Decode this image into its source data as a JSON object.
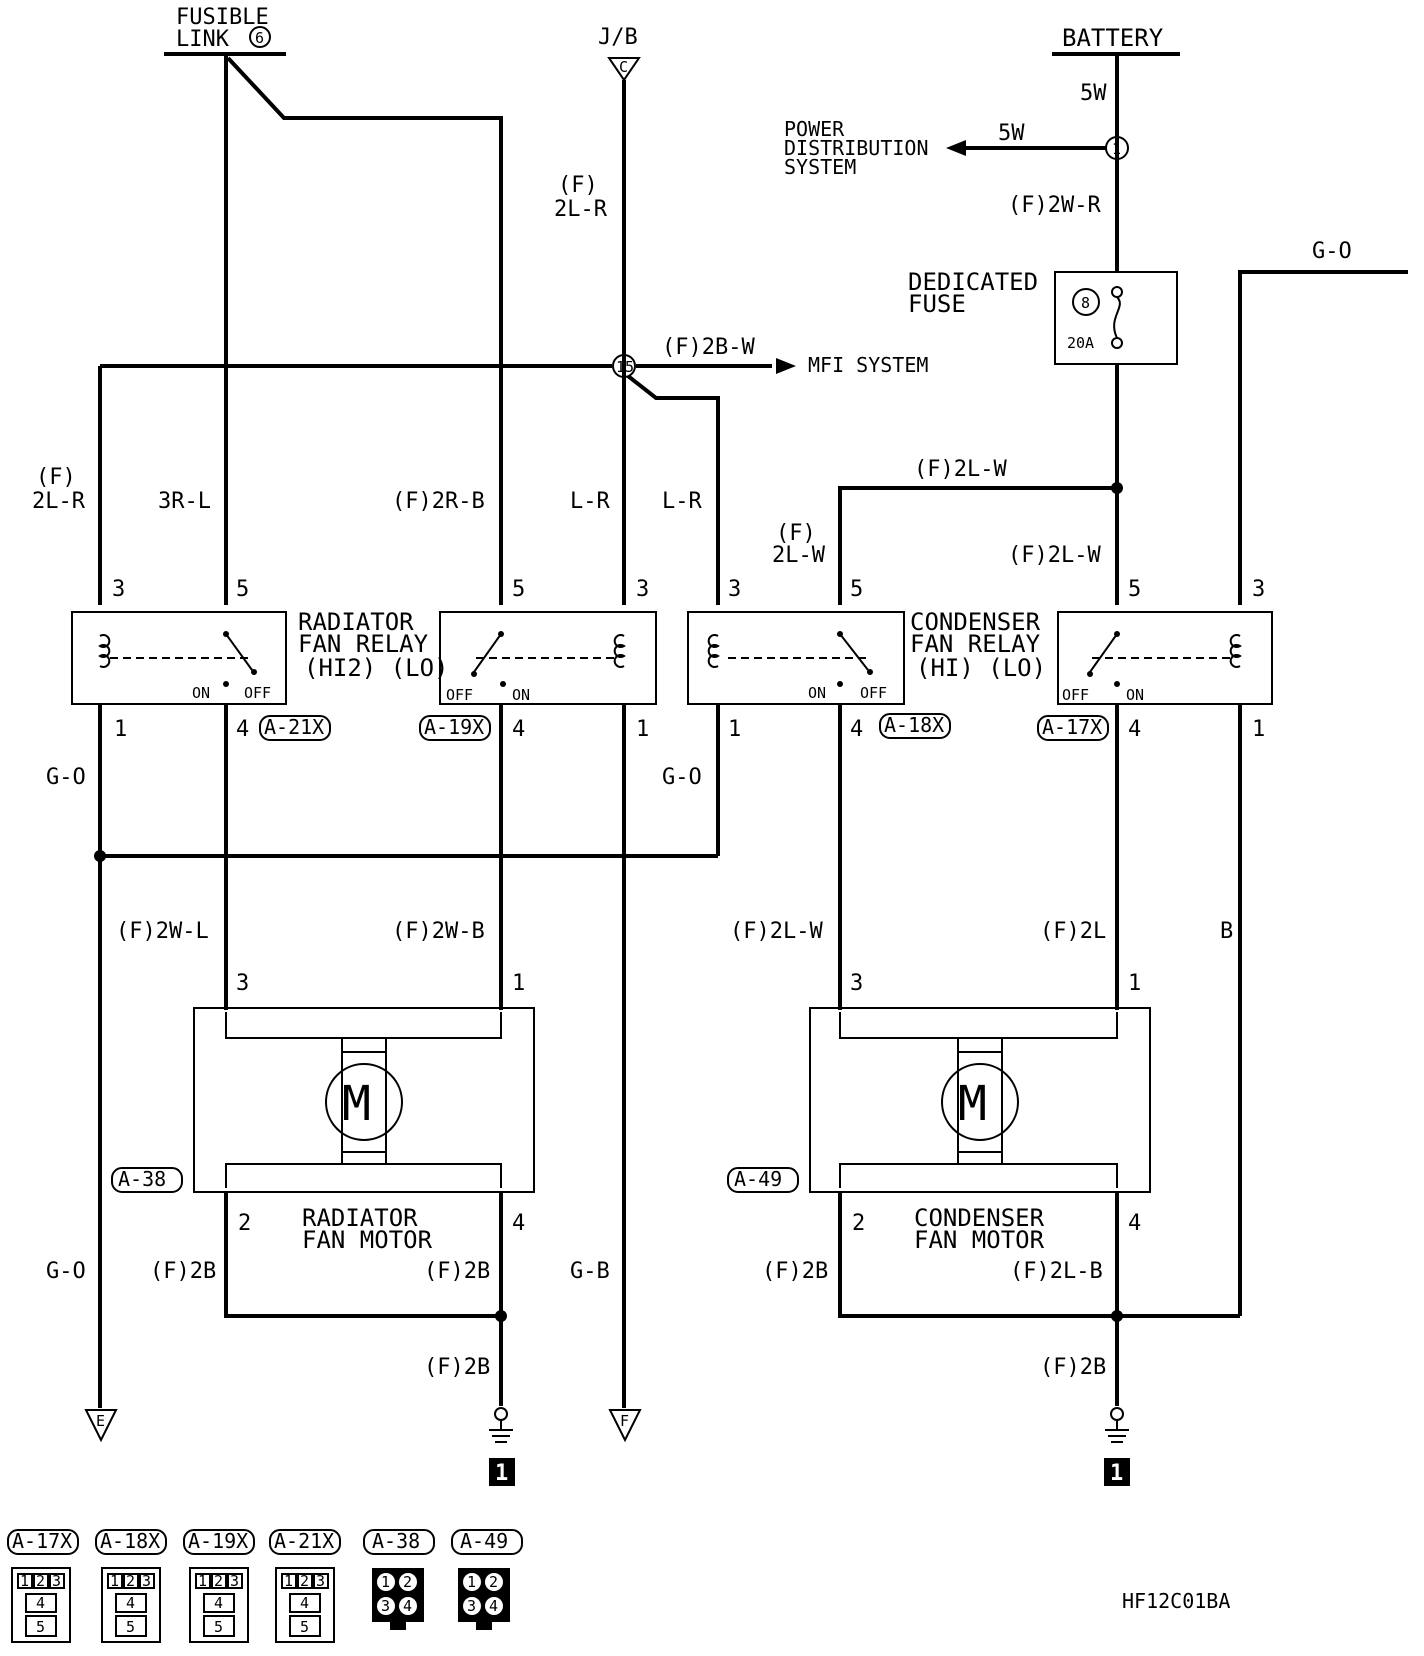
{
  "sources": {
    "fusible_link_line1": "FUSIBLE",
    "fusible_link_line2": "LINK",
    "fusible_link_num": "6",
    "jb": "J/B",
    "jb_conn": "C",
    "battery": "BATTERY"
  },
  "power": {
    "w_5w_top": "5W",
    "w_5w_left": "5W",
    "pds_line1": "POWER",
    "pds_line2": "DISTRIBUTION",
    "pds_line3": "SYSTEM",
    "junction_1": "1",
    "w_2wr": "(F)2W-R",
    "fuse_line1": "DEDICATED",
    "fuse_line2": "FUSE",
    "fuse_num": "8",
    "fuse_amp": "20A",
    "go_top": "G-O"
  },
  "jb_branch": {
    "w_2lr_f": "(F)",
    "w_2lr": "2L-R",
    "junction_15": "15",
    "w_2bw": "(F)2B-W",
    "mfi": "MFI SYSTEM"
  },
  "wires_upper": {
    "rad_left_f": "(F)",
    "rad_left": "2L-R",
    "rad_3rl": "3R-L",
    "rad_2rb": "(F)2R-B",
    "lr1": "L-R",
    "lr2": "L-R",
    "cond_2lw_top": "(F)2L-W",
    "cond_left_f": "(F)",
    "cond_left": "2L-W",
    "cond_right": "(F)2L-W"
  },
  "relays": {
    "radiator": {
      "line1": "RADIATOR",
      "line2": "FAN RELAY",
      "line3": "(HI2) (LO)"
    },
    "condenser": {
      "line1": "CONDENSER",
      "line2": "FAN RELAY",
      "line3": "(HI)  (LO)"
    },
    "on": "ON",
    "off": "OFF",
    "pins": {
      "p1": "1",
      "p3": "3",
      "p4": "4",
      "p5": "5"
    },
    "conn_a21x": "A-21X",
    "conn_a19x": "A-19X",
    "conn_a18x": "A-18X",
    "conn_a17x": "A-17X"
  },
  "wires_mid": {
    "go_left": "G-O",
    "go_mid": "G-O",
    "rad_2wl": "(F)2W-L",
    "rad_2wb": "(F)2W-B",
    "cond_2lw": "(F)2L-W",
    "cond_2l": "(F)2L",
    "b": "B"
  },
  "motors": {
    "radiator": {
      "line1": "RADIATOR",
      "line2": "FAN MOTOR",
      "conn": "A-38"
    },
    "condenser": {
      "line1": "CONDENSER",
      "line2": "FAN MOTOR",
      "conn": "A-49"
    },
    "m": "M",
    "pins": {
      "p1": "1",
      "p2": "2",
      "p3": "3",
      "p4": "4"
    }
  },
  "wires_lower": {
    "go_bottom": "G-O",
    "rad_2b_a": "(F)2B",
    "rad_2b_b": "(F)2B",
    "gb": "G-B",
    "cond_2b_a": "(F)2B",
    "cond_2lb": "(F)2L-B",
    "rad_2b_c": "(F)2B",
    "cond_2b_c": "(F)2B",
    "conn_e": "E",
    "conn_f": "F",
    "ground_1": "1",
    "ground_2": "1"
  },
  "connectors": {
    "items": [
      {
        "label": "A-17X",
        "p1": "1",
        "p2": "2",
        "p3": "3",
        "p4": "4",
        "p5": "5"
      },
      {
        "label": "A-18X",
        "p1": "1",
        "p2": "2",
        "p3": "3",
        "p4": "4",
        "p5": "5"
      },
      {
        "label": "A-19X",
        "p1": "1",
        "p2": "2",
        "p3": "3",
        "p4": "4",
        "p5": "5"
      },
      {
        "label": "A-21X",
        "p1": "1",
        "p2": "2",
        "p3": "3",
        "p4": "4",
        "p5": "5"
      },
      {
        "label": "A-38",
        "p1": "1",
        "p2": "2",
        "p3": "3",
        "p4": "4"
      },
      {
        "label": "A-49",
        "p1": "1",
        "p2": "2",
        "p3": "3",
        "p4": "4"
      }
    ]
  },
  "footer": {
    "code": "HF12C01BA"
  }
}
